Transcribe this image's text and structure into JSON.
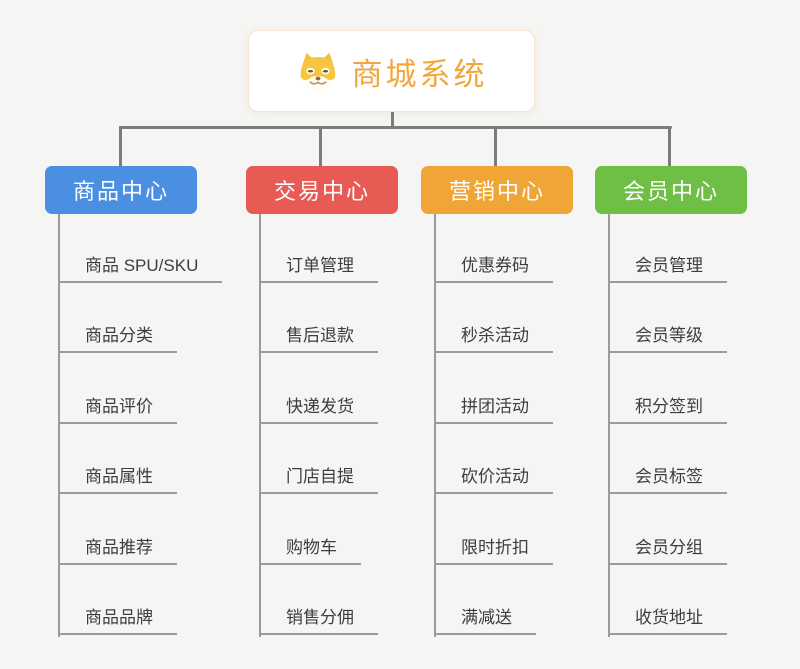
{
  "root": {
    "title": "商城系统",
    "icon": "shiba-dog-icon"
  },
  "colors": {
    "bg": "#F5F5F3",
    "connector": "#7C7C7C",
    "underline": "#9B9B9B",
    "leaf-text": "#3D3D3D",
    "title-text": "#F2A63B",
    "root-border": "#F4E6CB"
  },
  "branches": [
    {
      "id": "product-center",
      "label": "商品中心",
      "color": "#4B8FE2",
      "children": [
        "商品 SPU/SKU",
        "商品分类",
        "商品评价",
        "商品属性",
        "商品推荐",
        "商品品牌"
      ]
    },
    {
      "id": "trade-center",
      "label": "交易中心",
      "color": "#E85B55",
      "children": [
        "订单管理",
        "售后退款",
        "快递发货",
        "门店自提",
        "购物车",
        "销售分佣"
      ]
    },
    {
      "id": "marketing-center",
      "label": "营销中心",
      "color": "#EFA636",
      "children": [
        "优惠券码",
        "秒杀活动",
        "拼团活动",
        "砍价活动",
        "限时折扣",
        "满减送"
      ]
    },
    {
      "id": "member-center",
      "label": "会员中心",
      "color": "#6FBE45",
      "children": [
        "会员管理",
        "会员等级",
        "积分签到",
        "会员标签",
        "会员分组",
        "收货地址"
      ]
    }
  ]
}
